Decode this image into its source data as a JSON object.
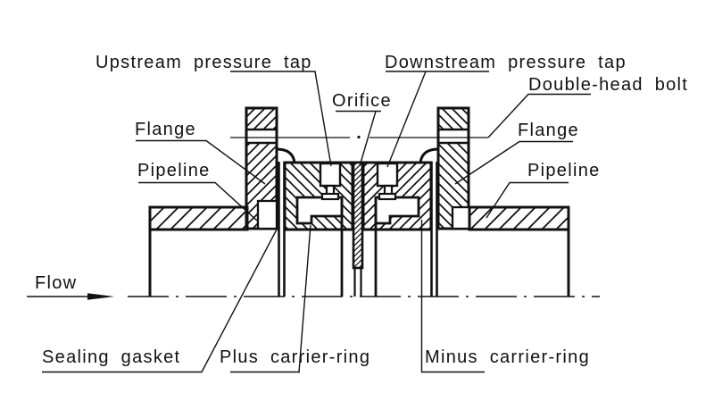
{
  "diagram": {
    "type": "technical-cross-section",
    "subject": "Orifice plate flow measurement assembly",
    "colors": {
      "ink": "#111111",
      "background": "#ffffff"
    },
    "labels": {
      "upstream_pressure_tap": "Upstream pressure tap",
      "downstream_pressure_tap": "Downstream pressure tap",
      "orifice": "Orifice",
      "double_head_bolt": "Double-head bolt",
      "flange_left": "Flange",
      "flange_right": "Flange",
      "pipeline_left": "Pipeline",
      "pipeline_right": "Pipeline",
      "flow": "Flow",
      "sealing_gasket": "Sealing gasket",
      "plus_carrier_ring": "Plus carrier-ring",
      "minus_carrier_ring": "Minus carrier-ring"
    }
  }
}
